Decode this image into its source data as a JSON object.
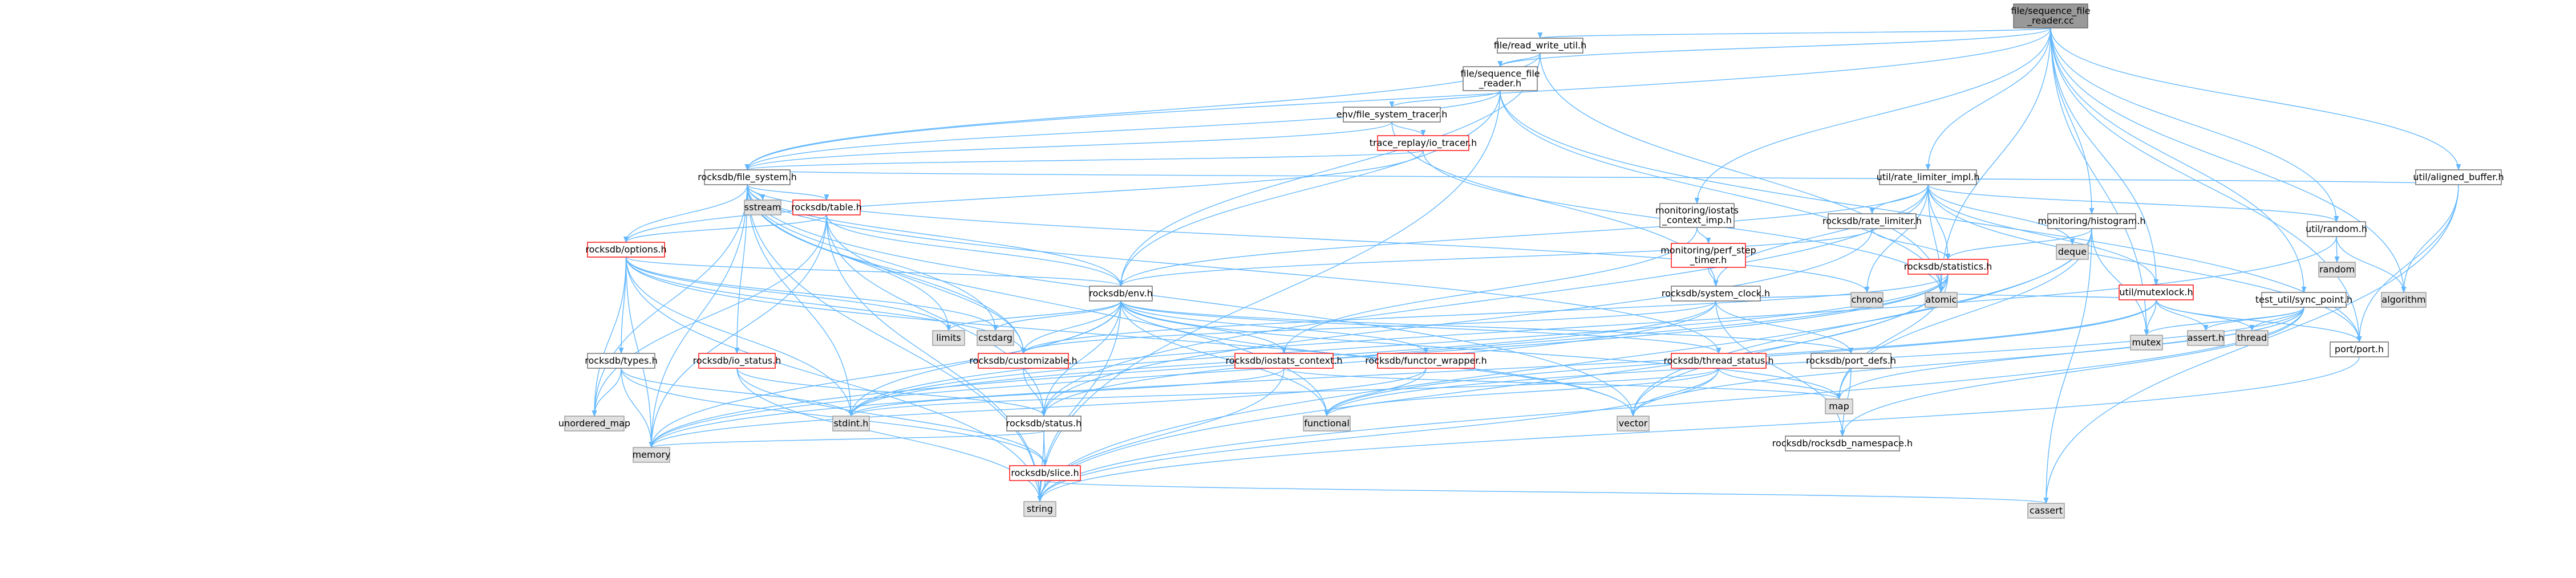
{
  "colors": {
    "edge": "#63b8ff",
    "root_fill": "#999999",
    "root_stroke": "#666666",
    "file_fill": "#ffffff",
    "file_stroke": "#666666",
    "trunc_fill": "#ffffff",
    "trunc_stroke": "#ff0000",
    "sys_fill": "#e0e0e0",
    "sys_stroke": "#999999"
  },
  "nodes": [
    {
      "id": "root",
      "lines": [
        "file/sequence_file",
        "_reader.cc"
      ],
      "kind": "root"
    },
    {
      "id": "rwu",
      "lines": [
        "file/read_write_util.h"
      ],
      "kind": "file"
    },
    {
      "id": "sfr",
      "lines": [
        "file/sequence_file",
        "_reader.h"
      ],
      "kind": "file"
    },
    {
      "id": "ab",
      "lines": [
        "util/aligned_buffer.h"
      ],
      "kind": "file"
    },
    {
      "id": "efst",
      "lines": [
        "env/file_system_tracer.h"
      ],
      "kind": "file"
    },
    {
      "id": "trio",
      "lines": [
        "trace_replay/io_tracer.h"
      ],
      "kind": "trunc"
    },
    {
      "id": "fs",
      "lines": [
        "rocksdb/file_system.h"
      ],
      "kind": "file"
    },
    {
      "id": "iosctx",
      "lines": [
        "monitoring/iostats",
        "_context_imp.h"
      ],
      "kind": "file"
    },
    {
      "id": "rli",
      "lines": [
        "util/rate_limiter_impl.h"
      ],
      "kind": "file"
    },
    {
      "id": "sstream",
      "lines": [
        "sstream"
      ],
      "kind": "sys"
    },
    {
      "id": "table",
      "lines": [
        "rocksdb/table.h"
      ],
      "kind": "trunc"
    },
    {
      "id": "pst",
      "lines": [
        "monitoring/perf_step",
        "_timer.h"
      ],
      "kind": "trunc"
    },
    {
      "id": "rl",
      "lines": [
        "rocksdb/rate_limiter.h"
      ],
      "kind": "file"
    },
    {
      "id": "hist",
      "lines": [
        "monitoring/histogram.h"
      ],
      "kind": "file"
    },
    {
      "id": "deque",
      "lines": [
        "deque"
      ],
      "kind": "sys"
    },
    {
      "id": "urandom",
      "lines": [
        "util/random.h"
      ],
      "kind": "file"
    },
    {
      "id": "opts",
      "lines": [
        "rocksdb/options.h"
      ],
      "kind": "trunc"
    },
    {
      "id": "env",
      "lines": [
        "rocksdb/env.h"
      ],
      "kind": "file"
    },
    {
      "id": "sysclock",
      "lines": [
        "rocksdb/system_clock.h"
      ],
      "kind": "file"
    },
    {
      "id": "stats",
      "lines": [
        "rocksdb/statistics.h"
      ],
      "kind": "trunc"
    },
    {
      "id": "mutexlock",
      "lines": [
        "util/mutexlock.h"
      ],
      "kind": "trunc"
    },
    {
      "id": "tsp",
      "lines": [
        "test_util/sync_point.h"
      ],
      "kind": "file"
    },
    {
      "id": "random",
      "lines": [
        "random"
      ],
      "kind": "sys"
    },
    {
      "id": "algorithm",
      "lines": [
        "algorithm"
      ],
      "kind": "sys"
    },
    {
      "id": "limits",
      "lines": [
        "limits"
      ],
      "kind": "sys"
    },
    {
      "id": "cstdarg",
      "lines": [
        "cstdarg"
      ],
      "kind": "sys"
    },
    {
      "id": "types",
      "lines": [
        "rocksdb/types.h"
      ],
      "kind": "file"
    },
    {
      "id": "iostatus",
      "lines": [
        "rocksdb/io_status.h"
      ],
      "kind": "trunc"
    },
    {
      "id": "custom",
      "lines": [
        "rocksdb/customizable.h"
      ],
      "kind": "trunc"
    },
    {
      "id": "iostatsctx",
      "lines": [
        "rocksdb/iostats_context.h"
      ],
      "kind": "trunc"
    },
    {
      "id": "funcwrap",
      "lines": [
        "rocksdb/functor_wrapper.h"
      ],
      "kind": "trunc"
    },
    {
      "id": "threadstatus",
      "lines": [
        "rocksdb/thread_status.h"
      ],
      "kind": "trunc"
    },
    {
      "id": "portdefs",
      "lines": [
        "rocksdb/port_defs.h"
      ],
      "kind": "file"
    },
    {
      "id": "chrono",
      "lines": [
        "chrono"
      ],
      "kind": "sys"
    },
    {
      "id": "atomic",
      "lines": [
        "atomic"
      ],
      "kind": "sys"
    },
    {
      "id": "mutex",
      "lines": [
        "mutex"
      ],
      "kind": "sys"
    },
    {
      "id": "assert",
      "lines": [
        "assert.h"
      ],
      "kind": "sys"
    },
    {
      "id": "thread",
      "lines": [
        "thread"
      ],
      "kind": "sys"
    },
    {
      "id": "portport",
      "lines": [
        "port/port.h"
      ],
      "kind": "file"
    },
    {
      "id": "umap",
      "lines": [
        "unordered_map"
      ],
      "kind": "sys"
    },
    {
      "id": "stdint",
      "lines": [
        "stdint.h"
      ],
      "kind": "sys"
    },
    {
      "id": "status",
      "lines": [
        "rocksdb/status.h"
      ],
      "kind": "file"
    },
    {
      "id": "functional",
      "lines": [
        "functional"
      ],
      "kind": "sys"
    },
    {
      "id": "vector",
      "lines": [
        "vector"
      ],
      "kind": "sys"
    },
    {
      "id": "map",
      "lines": [
        "map"
      ],
      "kind": "sys"
    },
    {
      "id": "rns",
      "lines": [
        "rocksdb/rocksdb_namespace.h"
      ],
      "kind": "file"
    },
    {
      "id": "memory",
      "lines": [
        "memory"
      ],
      "kind": "sys"
    },
    {
      "id": "slice",
      "lines": [
        "rocksdb/slice.h"
      ],
      "kind": "trunc"
    },
    {
      "id": "string",
      "lines": [
        "string"
      ],
      "kind": "sys"
    },
    {
      "id": "cassert",
      "lines": [
        "cassert"
      ],
      "kind": "sys"
    }
  ]
}
